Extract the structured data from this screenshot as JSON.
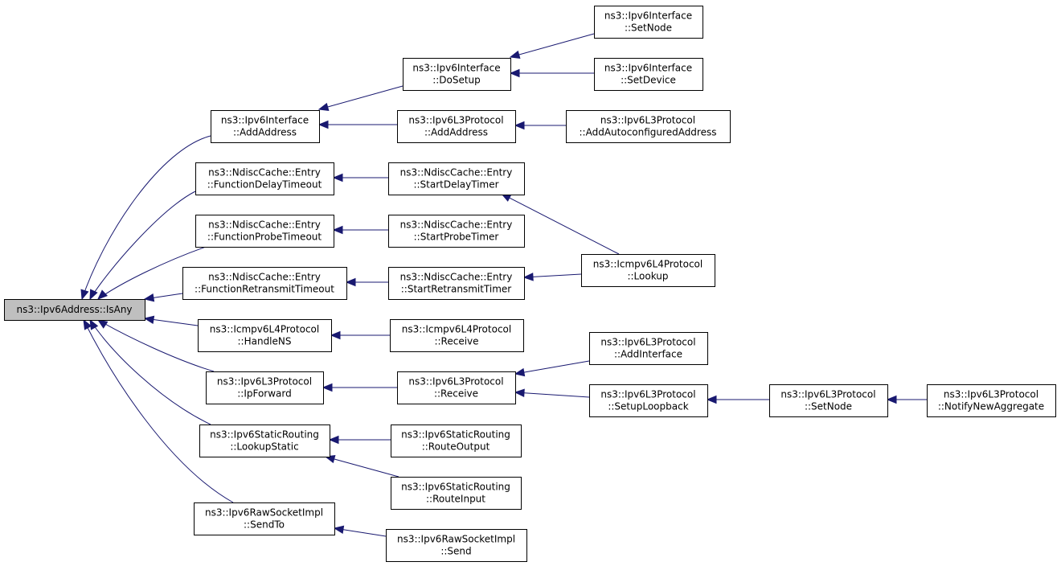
{
  "graph": {
    "edge_color": "#191970",
    "root_fill": "#bfbfbf",
    "nodes": [
      {
        "id": "isany",
        "lines": [
          "ns3::Ipv6Address::IsAny"
        ],
        "root": true
      },
      {
        "id": "if_addaddr",
        "lines": [
          "ns3::Ipv6Interface",
          "::AddAddress"
        ]
      },
      {
        "id": "nd_fdt",
        "lines": [
          "ns3::NdiscCache::Entry",
          "::FunctionDelayTimeout"
        ]
      },
      {
        "id": "nd_fpt",
        "lines": [
          "ns3::NdiscCache::Entry",
          "::FunctionProbeTimeout"
        ]
      },
      {
        "id": "nd_frt",
        "lines": [
          "ns3::NdiscCache::Entry",
          "::FunctionRetransmitTimeout"
        ]
      },
      {
        "id": "icmp_hns",
        "lines": [
          "ns3::Icmpv6L4Protocol",
          "::HandleNS"
        ]
      },
      {
        "id": "l3_ipfwd",
        "lines": [
          "ns3::Ipv6L3Protocol",
          "::IpForward"
        ]
      },
      {
        "id": "sr_lookup",
        "lines": [
          "ns3::Ipv6StaticRouting",
          "::LookupStatic"
        ]
      },
      {
        "id": "raw_sendto",
        "lines": [
          "ns3::Ipv6RawSocketImpl",
          "::SendTo"
        ]
      },
      {
        "id": "if_dosetup",
        "lines": [
          "ns3::Ipv6Interface",
          "::DoSetup"
        ]
      },
      {
        "id": "l3_addaddr",
        "lines": [
          "ns3::Ipv6L3Protocol",
          "::AddAddress"
        ]
      },
      {
        "id": "nd_sdt",
        "lines": [
          "ns3::NdiscCache::Entry",
          "::StartDelayTimer"
        ]
      },
      {
        "id": "nd_spt",
        "lines": [
          "ns3::NdiscCache::Entry",
          "::StartProbeTimer"
        ]
      },
      {
        "id": "nd_srt",
        "lines": [
          "ns3::NdiscCache::Entry",
          "::StartRetransmitTimer"
        ]
      },
      {
        "id": "icmp_recv",
        "lines": [
          "ns3::Icmpv6L4Protocol",
          "::Receive"
        ]
      },
      {
        "id": "l3_recv",
        "lines": [
          "ns3::Ipv6L3Protocol",
          "::Receive"
        ]
      },
      {
        "id": "sr_routeout",
        "lines": [
          "ns3::Ipv6StaticRouting",
          "::RouteOutput"
        ]
      },
      {
        "id": "sr_routein",
        "lines": [
          "ns3::Ipv6StaticRouting",
          "::RouteInput"
        ]
      },
      {
        "id": "raw_send",
        "lines": [
          "ns3::Ipv6RawSocketImpl",
          "::Send"
        ]
      },
      {
        "id": "if_setnode",
        "lines": [
          "ns3::Ipv6Interface",
          "::SetNode"
        ]
      },
      {
        "id": "if_setdev",
        "lines": [
          "ns3::Ipv6Interface",
          "::SetDevice"
        ]
      },
      {
        "id": "l3_autoconf",
        "lines": [
          "ns3::Ipv6L3Protocol",
          "::AddAutoconfiguredAddress"
        ]
      },
      {
        "id": "icmp_lookup",
        "lines": [
          "ns3::Icmpv6L4Protocol",
          "::Lookup"
        ]
      },
      {
        "id": "l3_addif",
        "lines": [
          "ns3::Ipv6L3Protocol",
          "::AddInterface"
        ]
      },
      {
        "id": "l3_setuplb",
        "lines": [
          "ns3::Ipv6L3Protocol",
          "::SetupLoopback"
        ]
      },
      {
        "id": "l3_setnode",
        "lines": [
          "ns3::Ipv6L3Protocol",
          "::SetNode"
        ]
      },
      {
        "id": "l3_nna",
        "lines": [
          "ns3::Ipv6L3Protocol",
          "::NotifyNewAggregate"
        ]
      }
    ],
    "edges": [
      {
        "from": "if_addaddr",
        "to": "isany"
      },
      {
        "from": "nd_fdt",
        "to": "isany"
      },
      {
        "from": "nd_fpt",
        "to": "isany"
      },
      {
        "from": "nd_frt",
        "to": "isany"
      },
      {
        "from": "icmp_hns",
        "to": "isany"
      },
      {
        "from": "l3_ipfwd",
        "to": "isany"
      },
      {
        "from": "sr_lookup",
        "to": "isany"
      },
      {
        "from": "raw_sendto",
        "to": "isany"
      },
      {
        "from": "if_dosetup",
        "to": "if_addaddr"
      },
      {
        "from": "l3_addaddr",
        "to": "if_addaddr"
      },
      {
        "from": "if_setnode",
        "to": "if_dosetup"
      },
      {
        "from": "if_setdev",
        "to": "if_dosetup"
      },
      {
        "from": "l3_autoconf",
        "to": "l3_addaddr"
      },
      {
        "from": "nd_sdt",
        "to": "nd_fdt"
      },
      {
        "from": "icmp_lookup",
        "to": "nd_sdt"
      },
      {
        "from": "nd_spt",
        "to": "nd_fpt"
      },
      {
        "from": "nd_srt",
        "to": "nd_frt"
      },
      {
        "from": "icmp_lookup",
        "to": "nd_srt"
      },
      {
        "from": "icmp_recv",
        "to": "icmp_hns"
      },
      {
        "from": "l3_recv",
        "to": "l3_ipfwd"
      },
      {
        "from": "l3_addif",
        "to": "l3_recv"
      },
      {
        "from": "l3_setuplb",
        "to": "l3_recv"
      },
      {
        "from": "l3_setnode",
        "to": "l3_setuplb"
      },
      {
        "from": "l3_nna",
        "to": "l3_setnode"
      },
      {
        "from": "sr_routeout",
        "to": "sr_lookup"
      },
      {
        "from": "sr_routein",
        "to": "sr_lookup"
      },
      {
        "from": "raw_send",
        "to": "raw_sendto"
      }
    ]
  }
}
